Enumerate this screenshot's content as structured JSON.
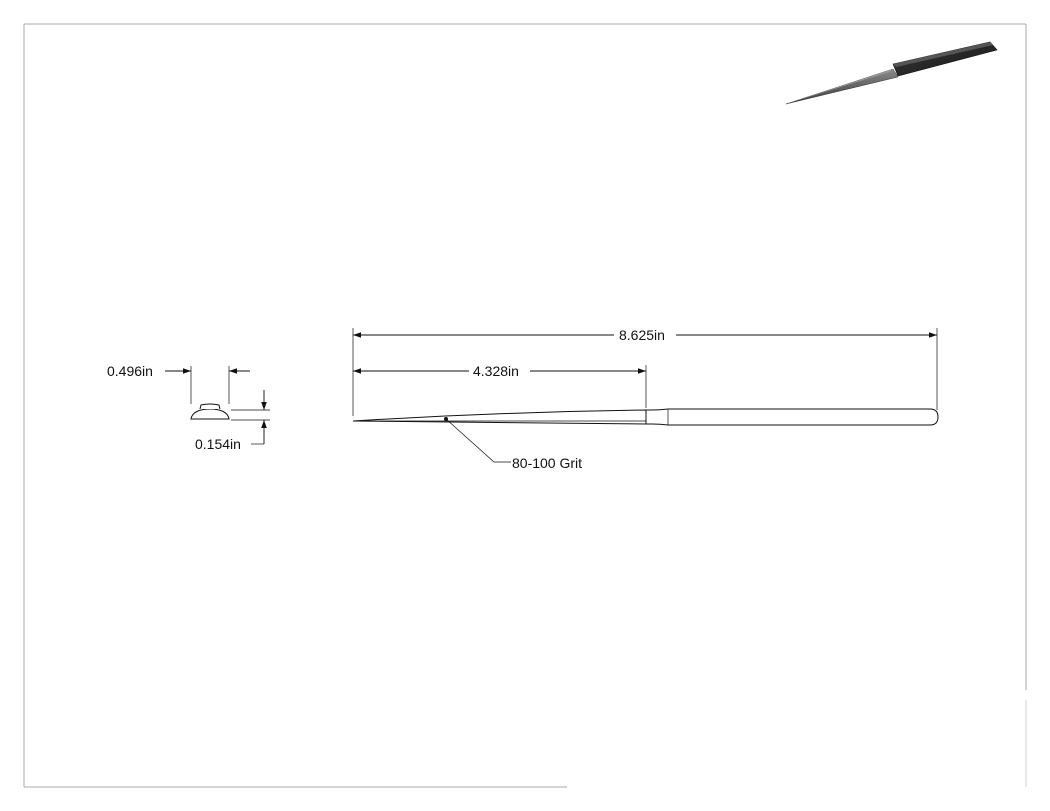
{
  "drawing": {
    "dimensions": {
      "overall_length": "8.625in",
      "abrasive_length": "4.328in",
      "width": "0.496in",
      "thickness": "0.154in"
    },
    "callout": "80-100 Grit"
  },
  "colors": {
    "ink": "#111111",
    "border": "#a8a8a8",
    "render_dark": "#2b2b2b",
    "render_mid": "#6a6a6a"
  }
}
